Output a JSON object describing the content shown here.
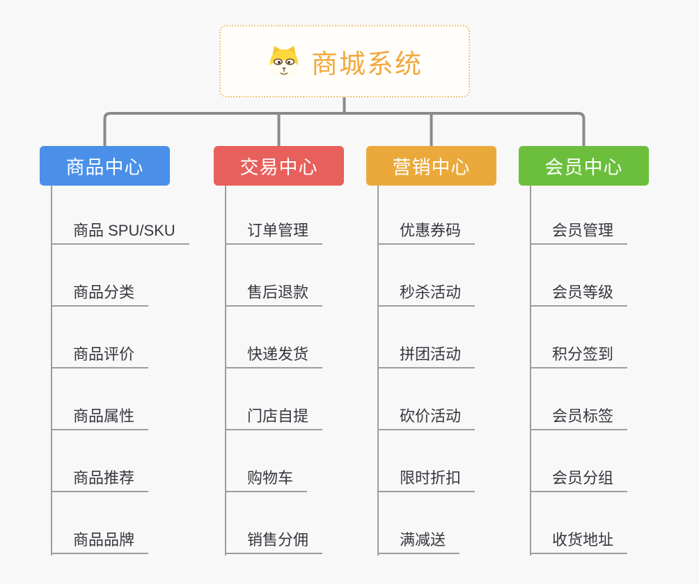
{
  "canvas": {
    "background_color": "#f8f8f8",
    "connector_color": "#8a8a8a",
    "line_color": "#9c9c9c"
  },
  "root": {
    "label": "商城系统",
    "icon": "dog-face-icon",
    "text_color": "#f2a93c",
    "border_color": "#f3c57b",
    "background_color": "#fffefb"
  },
  "branches": [
    {
      "label": "商品中心",
      "color": "#4a90e8",
      "children": [
        "商品 SPU/SKU",
        "商品分类",
        "商品评价",
        "商品属性",
        "商品推荐",
        "商品品牌"
      ]
    },
    {
      "label": "交易中心",
      "color": "#e8605c",
      "children": [
        "订单管理",
        "售后退款",
        "快递发货",
        "门店自提",
        "购物车",
        "销售分佣"
      ]
    },
    {
      "label": "营销中心",
      "color": "#eba93c",
      "children": [
        "优惠券码",
        "秒杀活动",
        "拼团活动",
        "砍价活动",
        "限时折扣",
        "满减送"
      ]
    },
    {
      "label": "会员中心",
      "color": "#6cbf3c",
      "children": [
        "会员管理",
        "会员等级",
        "积分签到",
        "会员标签",
        "会员分组",
        "收货地址"
      ]
    }
  ]
}
